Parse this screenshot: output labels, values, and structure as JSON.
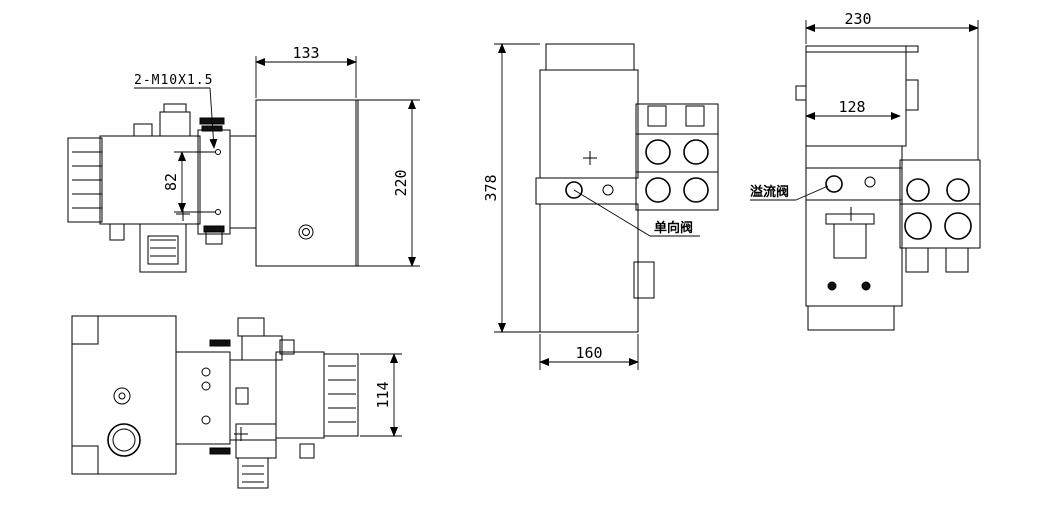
{
  "annotations": {
    "thread_spec": "2-M10X1.5",
    "dim_133": "133",
    "dim_220": "220",
    "dim_82": "82",
    "dim_378": "378",
    "dim_160": "160",
    "dim_230": "230",
    "dim_128": "128",
    "dim_114": "114",
    "overflow_valve": "溢流阀",
    "check_valve": "单向阀"
  }
}
